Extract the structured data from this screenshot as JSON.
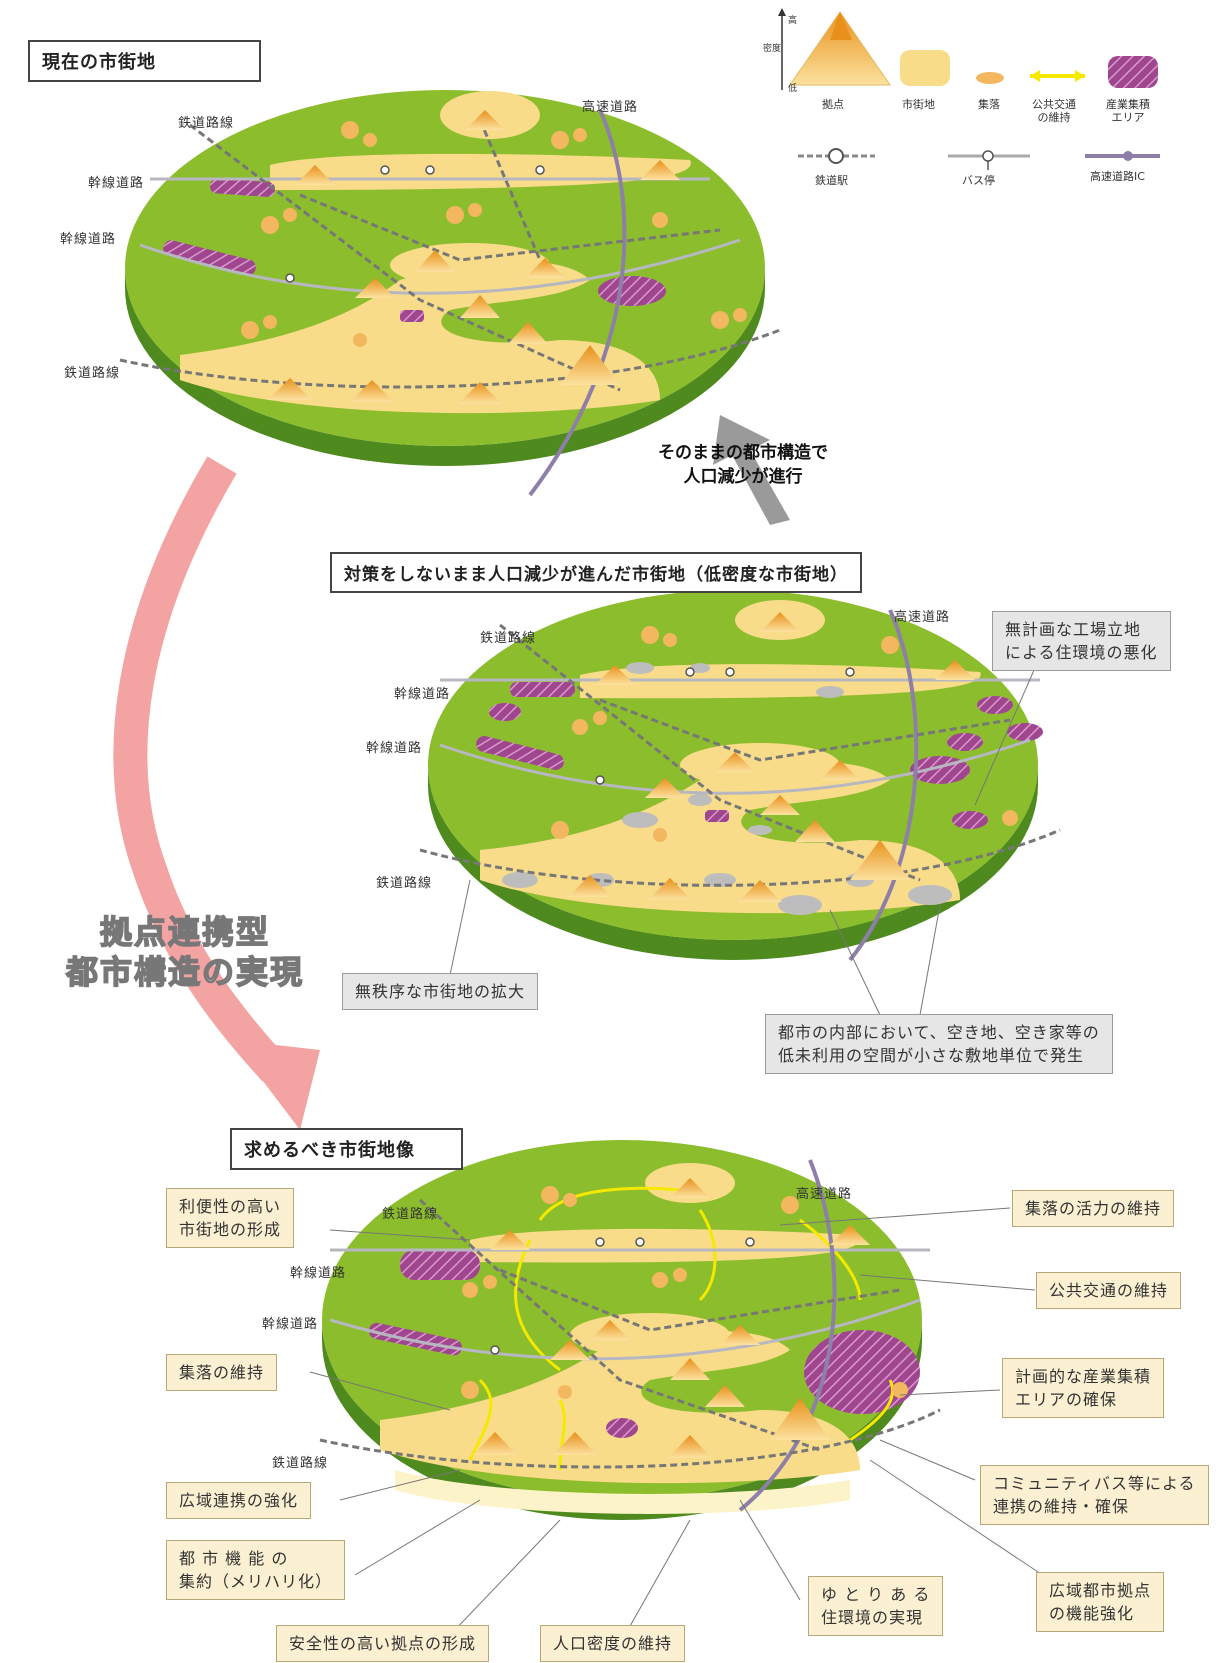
{
  "legend": {
    "high": "高",
    "density": "密度",
    "low": "低",
    "base_point": "拠点",
    "urban_area": "市街地",
    "village": "集落",
    "transit": "公共交通\nの維持",
    "industry": "産業集積\nエリア",
    "station": "鉄道駅",
    "bus_stop": "バス停",
    "highway_ic": "高速道路IC",
    "colors": {
      "green": "#8cbd2c",
      "urban": "#f8dc8a",
      "purple": "#a0468f",
      "transit": "#f5e900",
      "arrow_pink": "#f4a3a3"
    }
  },
  "map_labels": {
    "railway": "鉄道路線",
    "trunk_road": "幹線道路",
    "highway": "高速道路"
  },
  "section1": {
    "title": "現在の市街地"
  },
  "transition": {
    "text": "そのままの都市構造で\n人口減少が進行"
  },
  "section2": {
    "title": "対策をしないまま人口減少が進んだ市街地（低密度な市街地）",
    "callouts": {
      "factory": "無計画な工場立地\nによる住環境の悪化",
      "sprawl": "無秩序な市街地の拡大",
      "vacancy": "都市の内部において、空き地、空き家等の\n低未利用の空間が小さな敷地単位で発生"
    }
  },
  "big_arrow_label": "拠点連携型\n都市構造の実現",
  "section3": {
    "title": "求めるべき市街地像",
    "callouts": {
      "convenient": "利便性の高い\n市街地の形成",
      "village_vitality": "集落の活力の維持",
      "transit": "公共交通の維持",
      "village_keep": "集落の維持",
      "industry": "計画的な産業集積\nエリアの確保",
      "regional_link": "広域連携の強化",
      "community_bus": "コミュニティバス等による\n連携の維持・確保",
      "concentration": "都 市 機 能 の\n集約（メリハリ化）",
      "regional_hub": "広域都市拠点\nの機能強化",
      "comfortable": "ゆ と り あ る\n住環境の実現",
      "safe_hub": "安全性の高い拠点の形成",
      "density": "人口密度の維持"
    }
  }
}
